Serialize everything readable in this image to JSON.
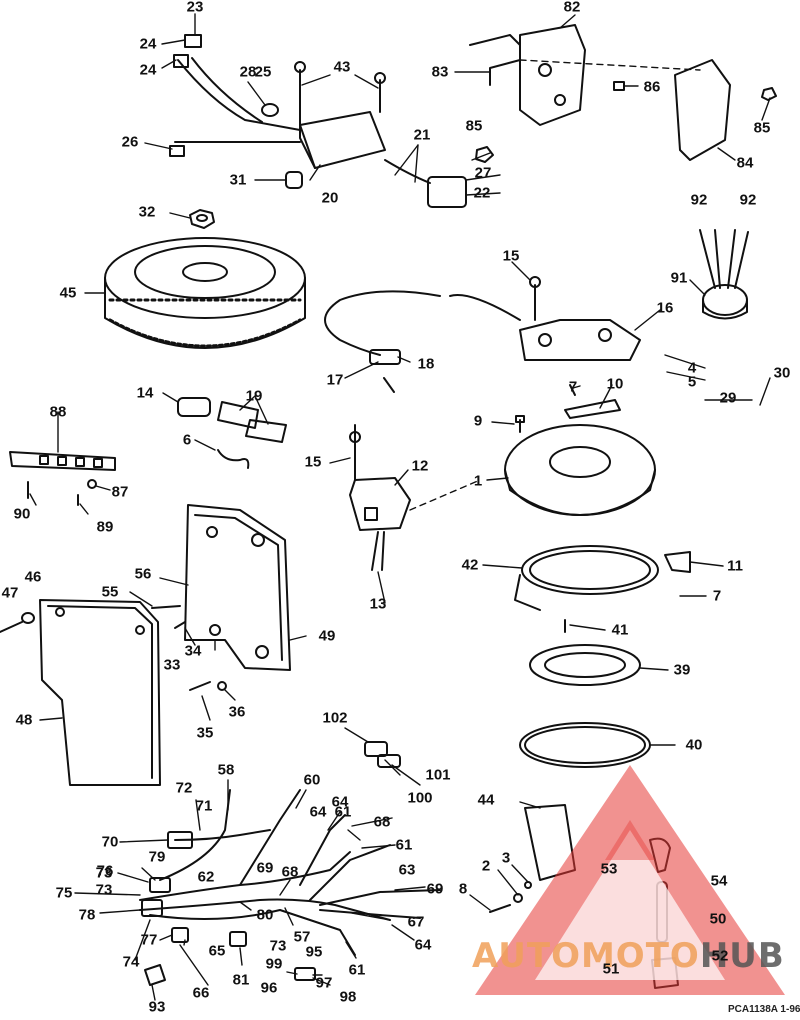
{
  "diagram": {
    "labels": [
      "1",
      "2",
      "3",
      "4",
      "5",
      "6",
      "7",
      "7",
      "8",
      "9",
      "10",
      "11",
      "12",
      "13",
      "14",
      "15",
      "15",
      "16",
      "17",
      "18",
      "19",
      "20",
      "21",
      "22",
      "23",
      "24",
      "24",
      "25",
      "26",
      "27",
      "28",
      "29",
      "30",
      "31",
      "32",
      "33",
      "34",
      "35",
      "36",
      "39",
      "40",
      "41",
      "42",
      "43",
      "44",
      "45",
      "46",
      "47",
      "48",
      "49",
      "50",
      "51",
      "52",
      "53",
      "54",
      "55",
      "56",
      "57",
      "58",
      "60",
      "61",
      "61",
      "61",
      "62",
      "63",
      "64",
      "64",
      "64",
      "65",
      "66",
      "67",
      "68",
      "68",
      "69",
      "69",
      "70",
      "71",
      "72",
      "73",
      "73",
      "73",
      "74",
      "75",
      "76",
      "77",
      "78",
      "79",
      "80",
      "81",
      "82",
      "83",
      "84",
      "85",
      "85",
      "86",
      "87",
      "88",
      "89",
      "90",
      "91",
      "92",
      "92",
      "93",
      "95",
      "96",
      "97",
      "98",
      "99",
      "100",
      "101",
      "102"
    ],
    "reference": "PCA1138A    1-96"
  },
  "watermark": {
    "brand_main": "AUTOMOTO",
    "brand_accent": "HUB",
    "color": "#e53935"
  }
}
